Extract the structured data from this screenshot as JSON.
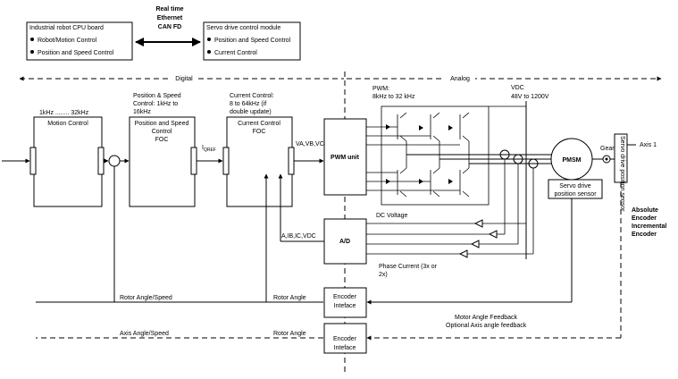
{
  "top": {
    "cpu_board": {
      "title": "Industrial robot CPU board",
      "items": [
        "Robot/Motion Control",
        "Position and Speed Control"
      ]
    },
    "comm": [
      "Real time",
      "Ethernet",
      "CAN FD"
    ],
    "servo_module": {
      "title": "Servo drive control module",
      "items": [
        "Position and Speed Control",
        "Current Control"
      ]
    }
  },
  "domains": {
    "digital": "Digital",
    "analog": "Analog"
  },
  "motion": {
    "freq": "1kHz ........ 32kHz",
    "title": "Motion Control"
  },
  "pos_speed": {
    "note": [
      "Position & Speed",
      "Control: 1kHz to",
      "16kHz"
    ],
    "title": [
      "Position and Speed",
      "Control",
      "FOC"
    ]
  },
  "current": {
    "note": [
      "Current Control:",
      "8 to 64kHz (if",
      "double update)"
    ],
    "title": [
      "Current Control",
      "FOC"
    ]
  },
  "signals": {
    "iqref_main": "I",
    "iqref_sub": "QREF",
    "vabc": "VA,VB,VC",
    "iabc_vdc": "IA,IB,IC,VDC"
  },
  "pwm_unit": "PWM unit",
  "pwm_note": [
    "PWM:",
    "8kHz to 32 kHz"
  ],
  "vdc": {
    "label": "VDC",
    "range": "48V to 1200V"
  },
  "pmsm": "PMSM",
  "gear": "Gear",
  "axis": "Axis 1",
  "pos_sensor_vertical": "Servo drive position sensor",
  "servo_sensor": [
    "Servo drive",
    "position sensor"
  ],
  "ad": "A/D",
  "dc_voltage": "DC Voltage",
  "phase_current": [
    "Phase Current (3x or",
    "2x)"
  ],
  "encoder1": [
    "Encoder",
    "Inteface"
  ],
  "encoder2": [
    "Encoder",
    "Inteface"
  ],
  "rotor_angle_speed": "Rotor Angle/Speed",
  "rotor_angle_1": "Rotor Angle",
  "axis_angle_speed": "Axis Angle/Speed",
  "rotor_angle_2": "Rotor Angle",
  "motor_feedback": [
    "Motor Angle Feedback",
    "Optional Axis angle feedback"
  ],
  "encoder_types": [
    "Absolute",
    "Encoder",
    "Incremental",
    "Encoder"
  ]
}
